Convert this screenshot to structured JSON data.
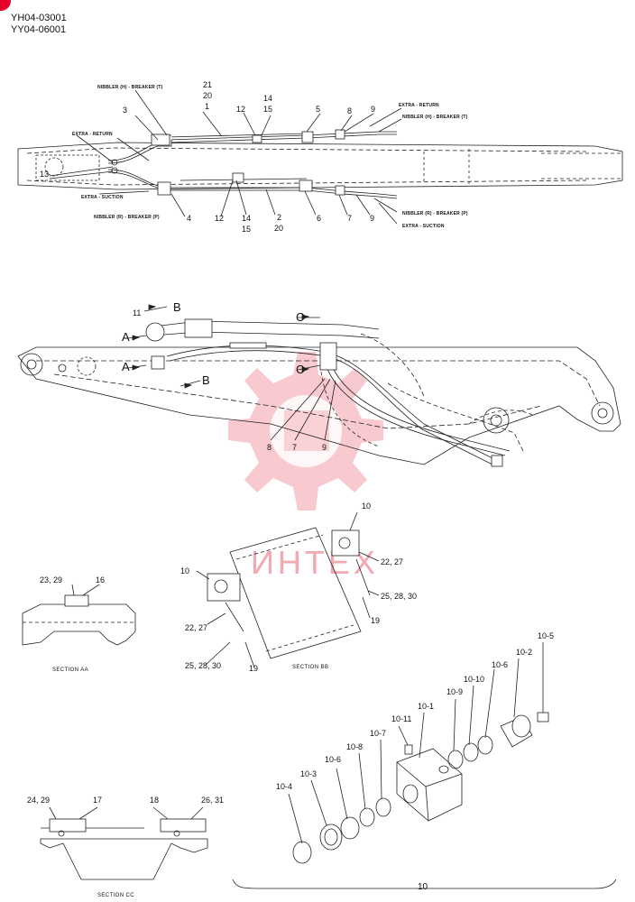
{
  "header": {
    "codes": [
      "YH04-03001",
      "YY04-06001"
    ]
  },
  "watermark": {
    "text": "ИНТЕХ",
    "color": "#e8002a"
  },
  "top_view": {
    "labels": {
      "nibbler_t_left": "NIBBLER (H) - BREAKER (T)",
      "extra_return_left": "EXTRA - RETURN",
      "extra_suction_left": "EXTRA - SUCTION",
      "nibbler_p_left": "NIBBLER (R) - BREAKER (P)",
      "extra_return_right": "EXTRA - RETURN",
      "nibbler_t_right": "NIBBLER (H) - BREAKER (T)",
      "nibbler_p_right": "NIBBLER (R) - BREAKER (P)",
      "extra_suction_right": "EXTRA - SUCTION"
    },
    "callouts": {
      "c21": "21",
      "c20a": "20",
      "c1": "1",
      "c3": "3",
      "c12a": "12",
      "c14a": "14",
      "c15a": "15",
      "c5": "5",
      "c8": "8",
      "c9a": "9",
      "c13": "13",
      "c4": "4",
      "c12b": "12",
      "c14b": "14",
      "c15b": "15",
      "c2": "2",
      "c20b": "20",
      "c6": "6",
      "c7": "7",
      "c9b": "9"
    }
  },
  "side_view": {
    "callouts": {
      "c11": "11",
      "cB1": "B",
      "cA1": "A",
      "cA2": "A",
      "cB2": "B",
      "cC1": "C",
      "cC2": "C",
      "c8": "8",
      "c7": "7",
      "c9": "9"
    }
  },
  "section_aa": {
    "title": "SECTION AA",
    "c1": "23, 29",
    "c2": "16"
  },
  "section_bb": {
    "title": "SECTION BB",
    "c10a": "10",
    "c22a": "22, 27",
    "c25a": "25, 28, 30",
    "c19a": "19",
    "c10b": "10",
    "c22b": "22, 27",
    "c25b": "25, 28, 30",
    "c19b": "19"
  },
  "section_cc": {
    "title": "SECTION CC",
    "c1": "24, 29",
    "c2": "17",
    "c3": "18",
    "c4": "26, 31"
  },
  "assembly_10": {
    "label": "10",
    "parts": [
      "10-5",
      "10-2",
      "10-6",
      "10-10",
      "10-9",
      "10-1",
      "10-11",
      "10-7",
      "10-8",
      "10-6",
      "10-3",
      "10-4"
    ]
  }
}
